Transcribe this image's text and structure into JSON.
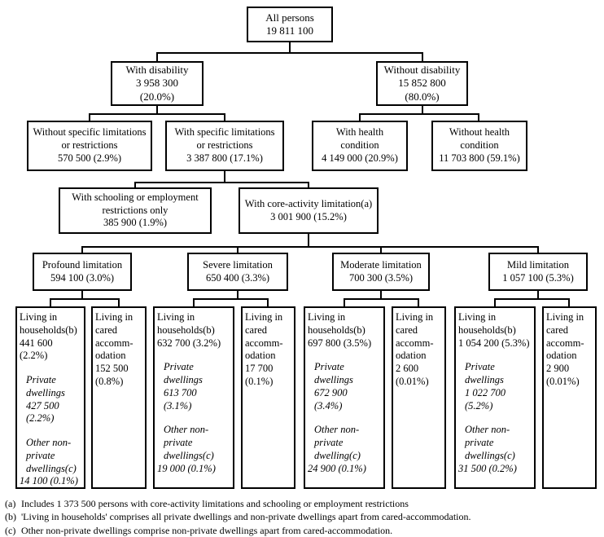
{
  "nodes": {
    "all_persons": {
      "label": "All persons",
      "value": "19 811 100"
    },
    "with_disability": {
      "label": "With disability",
      "value": "3 958 300",
      "pct": "(20.0%)"
    },
    "without_disability": {
      "label": "Without disability",
      "value": "15 852 800",
      "pct": "(80.0%)"
    },
    "without_specific_limitations": {
      "label": "Without specific limitations or restrictions",
      "value": "570 500 (2.9%)"
    },
    "with_specific_limitations": {
      "label": "With specific limitations or restrictions",
      "value": "3 387 800 (17.1%)"
    },
    "with_health_condition": {
      "label": "With health condition",
      "value": "4 149 000 (20.9%)"
    },
    "without_health_condition": {
      "label": "Without health condition",
      "value": "11 703 800 (59.1%)"
    },
    "schooling_employment": {
      "label": "With schooling or employment restrictions only",
      "value": "385 900 (1.9%)"
    },
    "core_activity": {
      "label": "With core-activity limitation(a)",
      "value": "3 001 900 (15.2%)"
    },
    "profound": {
      "label": "Profound limitation",
      "value": "594 100 (3.0%)"
    },
    "severe": {
      "label": "Severe limitation",
      "value": "650 400 (3.3%)"
    },
    "moderate": {
      "label": "Moderate limitation",
      "value": "700 300 (3.5%)"
    },
    "mild": {
      "label": "Mild limitation",
      "value": "1 057 100 (5.3%)"
    }
  },
  "households": [
    {
      "label": "Living in households(b)",
      "value": "441 600 (2.2%)",
      "private_label": "Private dwellings",
      "private_value": "427 500",
      "private_pct": "(2.2%)",
      "other_label": "Other non-private dwellings(c)",
      "other_value": "14 100 (0.1%)"
    },
    {
      "label": "Living in households(b)",
      "value": "632 700 (3.2%)",
      "private_label": "Private dwellings",
      "private_value": "613 700",
      "private_pct": "(3.1%)",
      "other_label": "Other non-private dwellings(c)",
      "other_value": "19 000 (0.1%)"
    },
    {
      "label": "Living in households(b)",
      "value": "697 800 (3.5%)",
      "private_label": "Private dwellings",
      "private_value": "672 900",
      "private_pct": "(3.4%)",
      "other_label": "Other non-private dwelling(c)",
      "other_value": "24 900 (0.1%)"
    },
    {
      "label": "Living in households(b)",
      "value": "1 054 200 (5.3%)",
      "private_label": "Private dwellings",
      "private_value": "1 022 700",
      "private_pct": "(5.2%)",
      "other_label": "Other non-private dwellings(c)",
      "other_value": "31 500 (0.2%)"
    }
  ],
  "cared": [
    {
      "label": "Living in cared accomm-odation",
      "value": "152 500",
      "pct": "(0.8%)"
    },
    {
      "label": "Living in cared accomm-odation",
      "value": "17 700",
      "pct": "(0.1%)"
    },
    {
      "label": "Living in cared accomm-odation",
      "value": "2 600",
      "pct": "(0.01%)"
    },
    {
      "label": "Living in cared accomm-odation",
      "value": "2 900",
      "pct": "(0.01%)"
    }
  ],
  "footnotes": [
    {
      "marker": "(a)",
      "text": "Includes 1 373 500 persons with core-activity limitations and schooling or employment restrictions"
    },
    {
      "marker": "(b)",
      "text": "'Living in households' comprises all private dwellings and non-private dwellings apart from cared-accommodation."
    },
    {
      "marker": "(c)",
      "text": "Other non-private dwellings comprise non-private dwellings apart from cared-accommodation."
    }
  ]
}
